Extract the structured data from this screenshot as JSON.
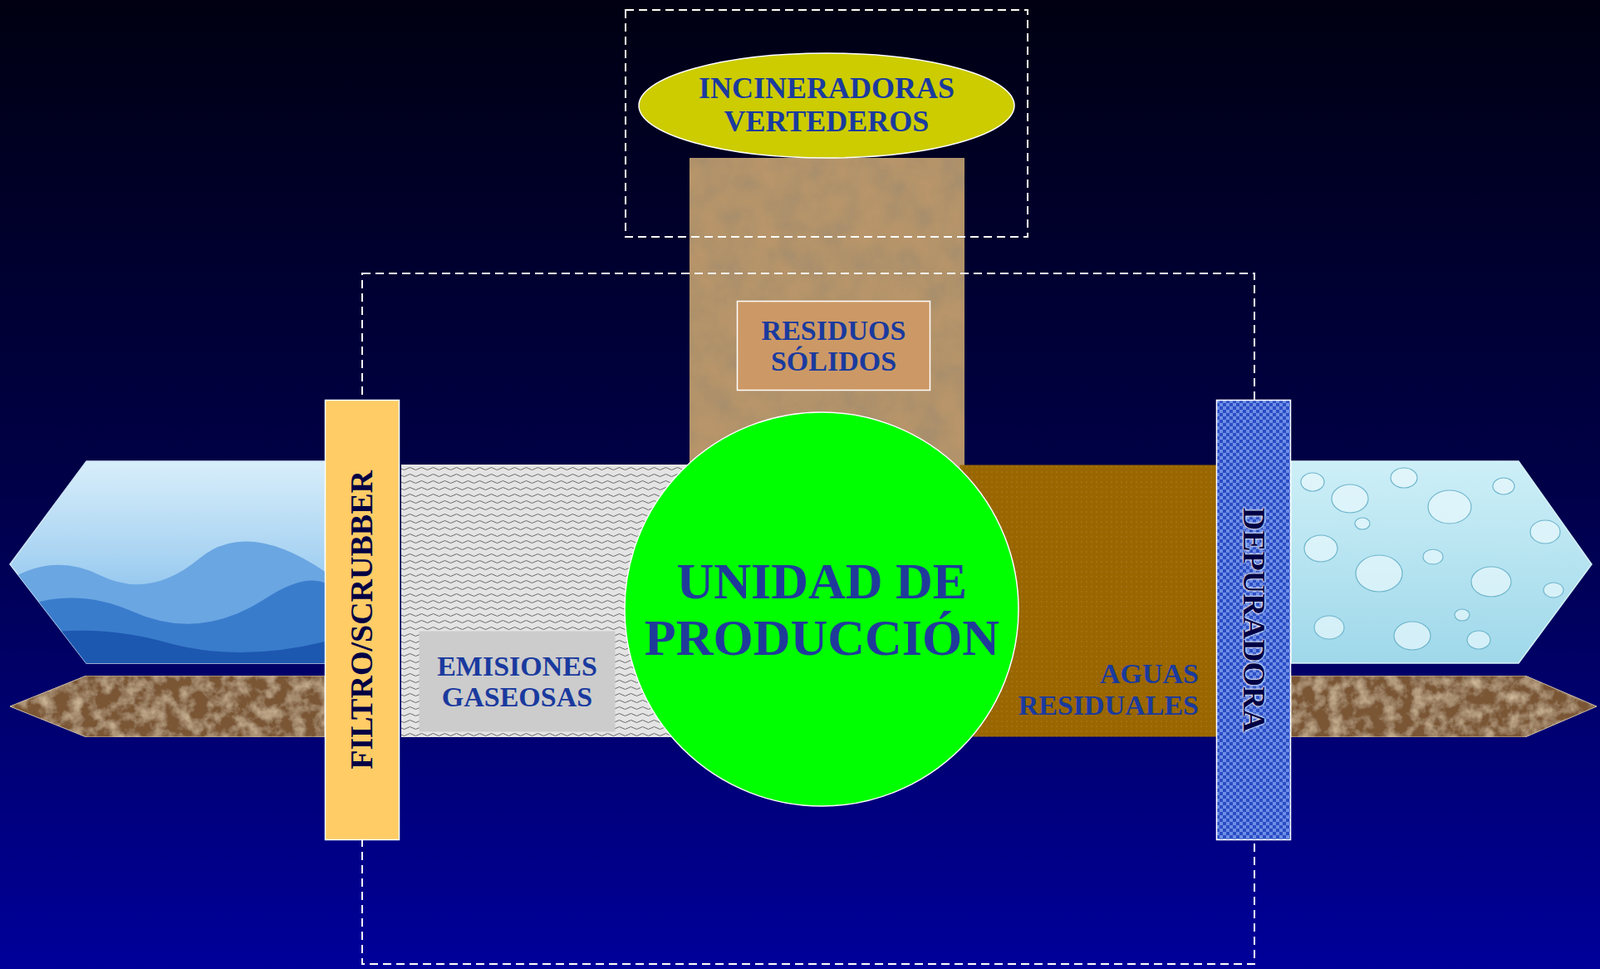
{
  "diagram": {
    "nodes": [
      {
        "text": [
          "INCINERADORAS VERTEDEROS"
        ]
      },
      {
        "text": [
          "RESIDUOS SÓLIDOS"
        ]
      },
      {
        "text": [
          "FILTRO/SCRUBBER"
        ]
      },
      {
        "text": [
          "EMISIONES GASEOSAS"
        ]
      },
      {
        "text": [
          "UNIDAD DE PRODUCCIÓN"
        ]
      },
      {
        "text": [
          "AGUAS RESIDUALES"
        ]
      },
      {
        "text": [
          "DEPURADORA"
        ]
      }
    ]
  }
}
